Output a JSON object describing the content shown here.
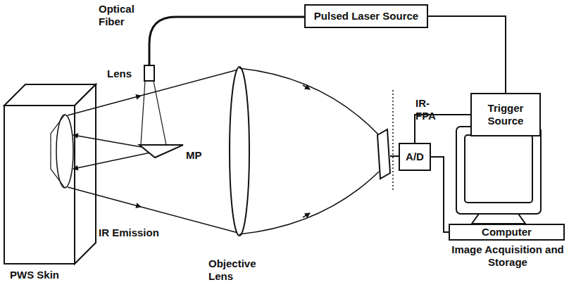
{
  "diagram": {
    "nodes": [
      {
        "text": [
          "Pulsed Laser Source"
        ]
      },
      {
        "text": [
          "Trigger Source"
        ]
      },
      {
        "text": [
          "A/D"
        ]
      },
      {
        "text": [
          "Computer"
        ]
      }
    ],
    "edges": [
      {
        "from": 0,
        "to": 1,
        "arrow": "none"
      },
      {
        "from": 1,
        "to": 2,
        "arrow": "none"
      },
      {
        "from": 2,
        "to": 3,
        "arrow": "none"
      }
    ],
    "labels": [
      "Optical Fiber",
      "Lens",
      "IR- FPA",
      "MP",
      "IR Emission",
      "PWS Skin",
      "Objective Lens",
      "Image Acquisition and Storage"
    ]
  }
}
